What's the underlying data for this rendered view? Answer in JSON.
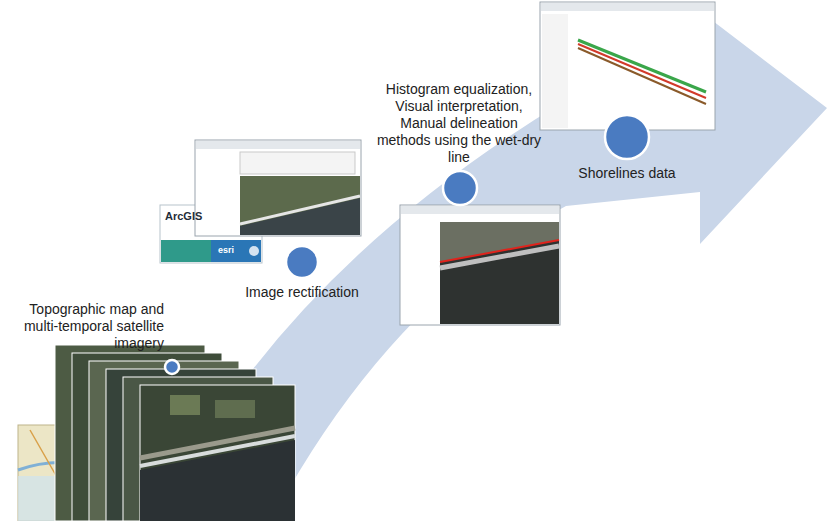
{
  "diagram": {
    "nodes": [
      {
        "text": [
          "Topographic map and multi-temporal satellite imagery"
        ]
      },
      {
        "text": [
          "Image rectification"
        ]
      },
      {
        "text": [
          "Histogram equalization, Visual interpretation, Manual delineation methods using the wet-dry line"
        ]
      },
      {
        "text": [
          "Shorelines data"
        ]
      }
    ],
    "labels": [
      "ArcGIS",
      "esri"
    ]
  }
}
